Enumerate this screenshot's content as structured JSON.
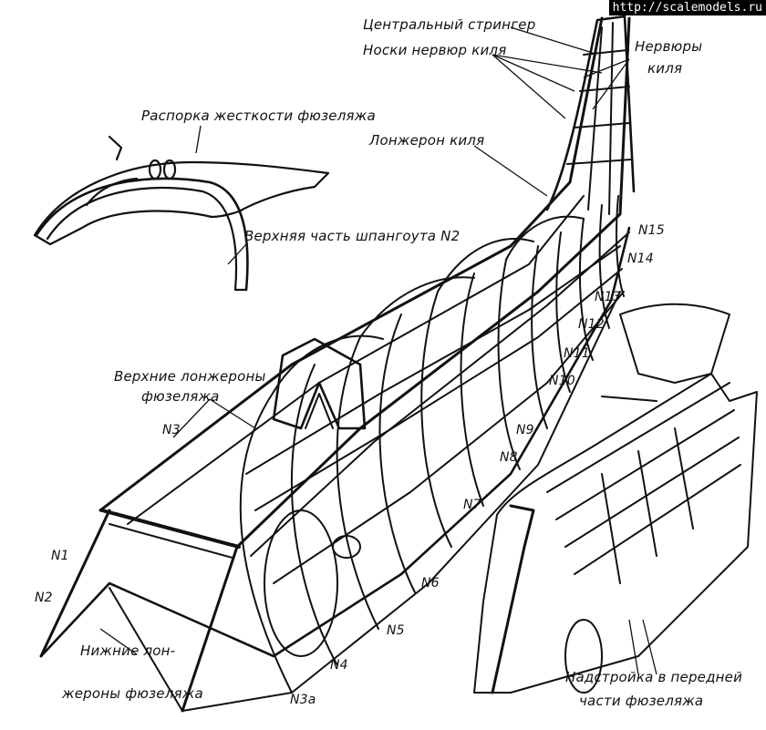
{
  "watermark": "http://scalemodels.ru",
  "labels": {
    "central_stringer": "Центральный стрингер",
    "rib_noses": "Носки нервюр киля",
    "fin_ribs_1": "Нервюры",
    "fin_ribs_2": "киля",
    "stiffener": "Распорка жесткости фюзеляжа",
    "fin_spar": "Лонжерон киля",
    "upper_frame2": "Верхняя часть шпангоута N2",
    "upper_longerons_1": "Верхние лонжероны",
    "upper_longerons_2": "фюзеляжа",
    "lower_longerons_1": "Нижние лон-",
    "lower_longerons_2": "жероны фюзеляжа",
    "superstructure_1": "Надстройка в передней",
    "superstructure_2": "части фюзеляжа"
  },
  "frames": {
    "n1": "N1",
    "n2": "N2",
    "n3": "N3",
    "n3a": "N3a",
    "n4": "N4",
    "n5": "N5",
    "n6": "N6",
    "n7": "N7",
    "n8": "N8",
    "n9": "N9",
    "n10": "N10",
    "n11": "N11",
    "n12": "N12",
    "n13": "N13",
    "n14": "N14",
    "n15": "N15"
  }
}
